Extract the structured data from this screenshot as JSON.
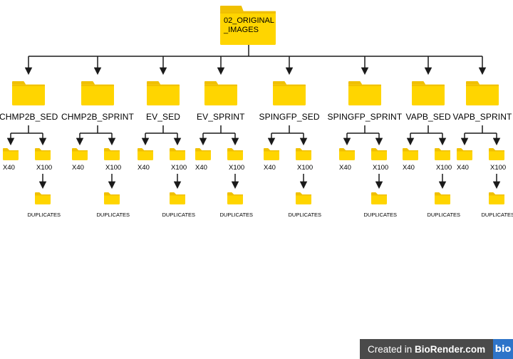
{
  "root": {
    "label": "02_ORIGINAL\n_IMAGES",
    "icon": "folder-icon"
  },
  "folder_color": "#FFD500",
  "folder_tab_color": "#F0C000",
  "line_color": "#1a1a1a",
  "categories": [
    {
      "label": "CHMP2B_SED",
      "sub1": "X40",
      "sub2": "X100",
      "dup": "DUPLICATES"
    },
    {
      "label": "CHMP2B_SPRINT",
      "sub1": "X40",
      "sub2": "X100",
      "dup": "DUPLICATES"
    },
    {
      "label": "EV_SED",
      "sub1": "X40",
      "sub2": "X100",
      "dup": "DUPLICATES"
    },
    {
      "label": "EV_SPRINT",
      "sub1": "X40",
      "sub2": "X100",
      "dup": "DUPLICATES"
    },
    {
      "label": "SPINGFP_SED",
      "sub1": "X40",
      "sub2": "X100",
      "dup": "DUPLICATES"
    },
    {
      "label": "SPINGFP_SPRINT",
      "sub1": "X40",
      "sub2": "X100",
      "dup": "DUPLICATES"
    },
    {
      "label": "VAPB_SED",
      "sub1": "X40",
      "sub2": "X100",
      "dup": "DUPLICATES"
    },
    {
      "label": "VAPB_SPRINT",
      "sub1": "X40",
      "sub2": "X100",
      "dup": "DUPLICATES"
    }
  ],
  "watermark": {
    "prefix": "Created in ",
    "brand": "BioRender.com",
    "logo": "bio"
  }
}
